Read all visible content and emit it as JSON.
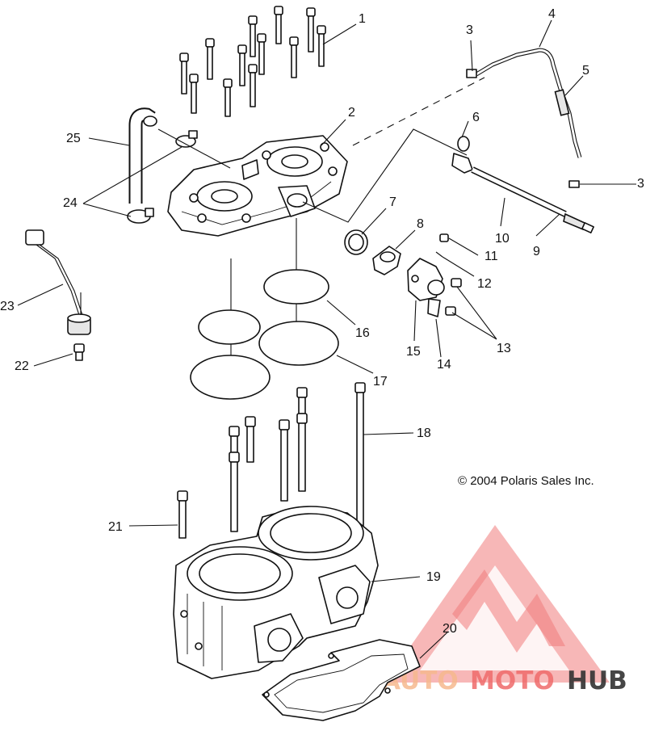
{
  "callouts": [
    {
      "id": "1",
      "label": "1"
    },
    {
      "id": "2",
      "label": "2"
    },
    {
      "id": "3a",
      "label": "3"
    },
    {
      "id": "3b",
      "label": "3"
    },
    {
      "id": "4",
      "label": "4"
    },
    {
      "id": "5",
      "label": "5"
    },
    {
      "id": "6",
      "label": "6"
    },
    {
      "id": "7",
      "label": "7"
    },
    {
      "id": "8",
      "label": "8"
    },
    {
      "id": "9",
      "label": "9"
    },
    {
      "id": "10",
      "label": "10"
    },
    {
      "id": "11",
      "label": "11"
    },
    {
      "id": "12",
      "label": "12"
    },
    {
      "id": "13",
      "label": "13"
    },
    {
      "id": "14",
      "label": "14"
    },
    {
      "id": "15",
      "label": "15"
    },
    {
      "id": "16",
      "label": "16"
    },
    {
      "id": "17",
      "label": "17"
    },
    {
      "id": "18",
      "label": "18"
    },
    {
      "id": "19",
      "label": "19"
    },
    {
      "id": "20",
      "label": "20"
    },
    {
      "id": "21",
      "label": "21"
    },
    {
      "id": "22",
      "label": "22"
    },
    {
      "id": "23",
      "label": "23"
    },
    {
      "id": "24",
      "label": "24"
    },
    {
      "id": "25",
      "label": "25"
    }
  ],
  "copyright": "© 2004 Polaris Sales Inc.",
  "watermark": {
    "part1": "AUTO",
    "part2": "MOTO",
    "part3": "HUB"
  },
  "colors": {
    "watermark_red": "#ef6b6b",
    "watermark_orange": "#f6b98f",
    "ink": "#111111"
  }
}
